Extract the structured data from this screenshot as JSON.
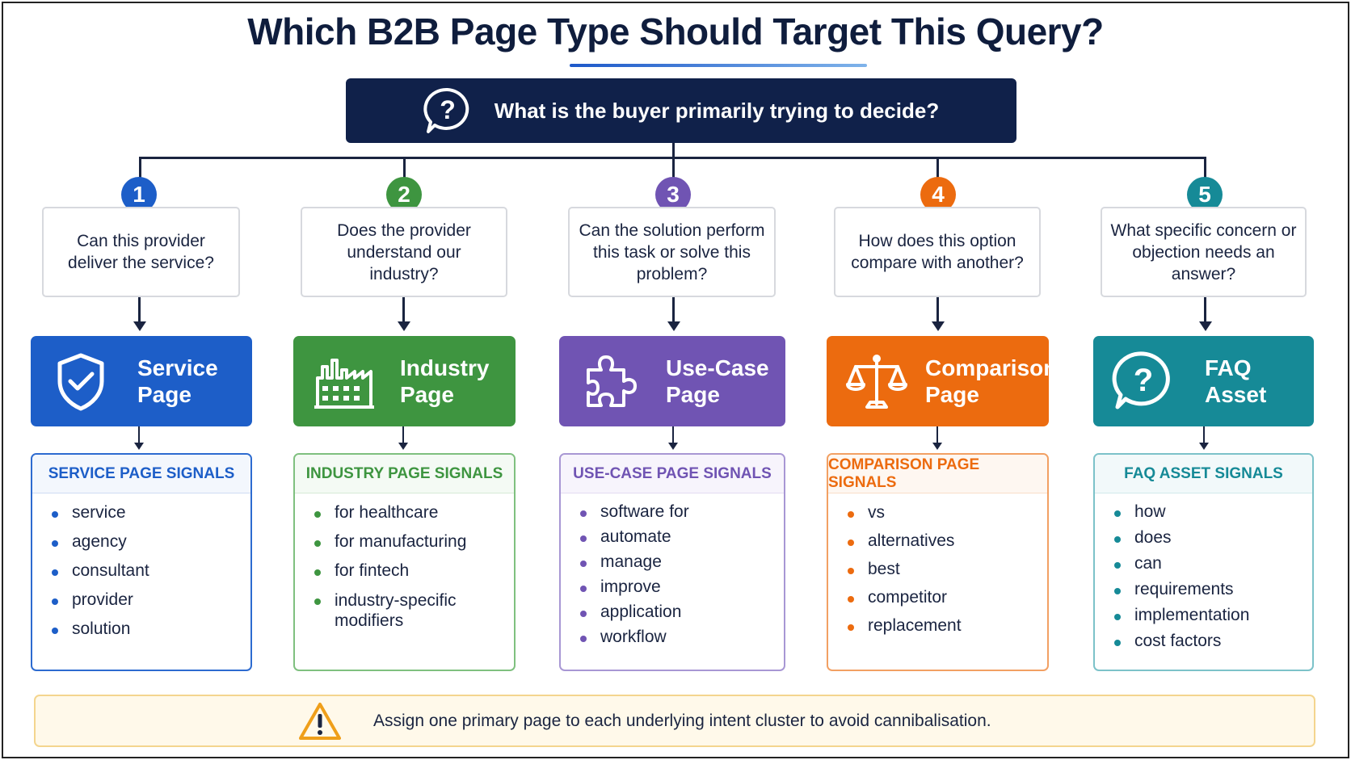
{
  "title": "Which B2B Page Type Should Target This Query?",
  "root": {
    "question": "What is the buyer primarily trying to decide?",
    "icon": "question-bubble-icon"
  },
  "colors": {
    "navy": "#10214a",
    "blue": "#1d5ec8",
    "green": "#3e9540",
    "purple": "#7054b3",
    "orange": "#ec6b0f",
    "teal": "#168a97"
  },
  "branches": [
    {
      "number": "1",
      "question": "Can this provider deliver the service?",
      "page_title": "Service Page",
      "icon": "shield-check-icon",
      "signals_title": "SERVICE PAGE SIGNALS",
      "signals": [
        "service",
        "agency",
        "consultant",
        "provider",
        "solution"
      ]
    },
    {
      "number": "2",
      "question": "Does the provider understand our industry?",
      "page_title": "Industry Page",
      "icon": "factory-icon",
      "signals_title": "INDUSTRY PAGE SIGNALS",
      "signals": [
        "for healthcare",
        "for manufacturing",
        "for fintech",
        "industry-specific modifiers"
      ]
    },
    {
      "number": "3",
      "question": "Can the solution perform this task or solve this problem?",
      "page_title": "Use-Case Page",
      "icon": "puzzle-piece-icon",
      "signals_title": "USE-CASE PAGE SIGNALS",
      "signals": [
        "software for",
        "automate",
        "manage",
        "improve",
        "application",
        "workflow"
      ]
    },
    {
      "number": "4",
      "question": "How does this option compare with another?",
      "page_title": "Comparison Page",
      "icon": "scales-icon",
      "signals_title": "COMPARISON PAGE SIGNALS",
      "signals": [
        "vs",
        "alternatives",
        "best",
        "competitor",
        "replacement"
      ]
    },
    {
      "number": "5",
      "question": "What specific concern or objection needs an answer?",
      "page_title": "FAQ Asset",
      "icon": "question-bubble-icon",
      "signals_title": "FAQ ASSET SIGNALS",
      "signals": [
        "how",
        "does",
        "can",
        "requirements",
        "implementation",
        "cost factors"
      ]
    }
  ],
  "footer": {
    "icon": "warning-triangle-icon",
    "text": "Assign one primary page to each underlying intent cluster to avoid cannibalisation."
  }
}
